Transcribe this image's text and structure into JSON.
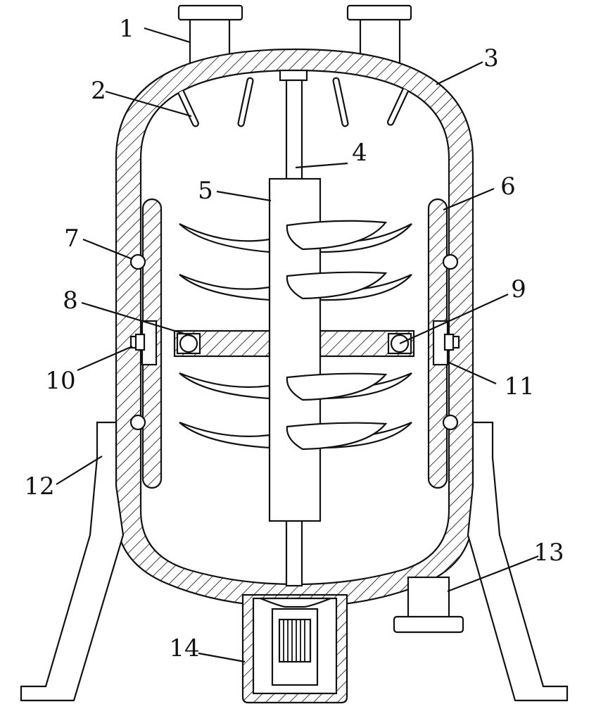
{
  "figure": {
    "part_labels": [
      {
        "id": "1",
        "text": "1"
      },
      {
        "id": "2",
        "text": "2"
      },
      {
        "id": "3",
        "text": "3"
      },
      {
        "id": "4",
        "text": "4"
      },
      {
        "id": "5",
        "text": "5"
      },
      {
        "id": "6",
        "text": "6"
      },
      {
        "id": "7",
        "text": "7"
      },
      {
        "id": "8",
        "text": "8"
      },
      {
        "id": "9",
        "text": "9"
      },
      {
        "id": "10",
        "text": "10"
      },
      {
        "id": "11",
        "text": "11"
      },
      {
        "id": "12",
        "text": "12"
      },
      {
        "id": "13",
        "text": "13"
      },
      {
        "id": "14",
        "text": "14"
      }
    ]
  }
}
